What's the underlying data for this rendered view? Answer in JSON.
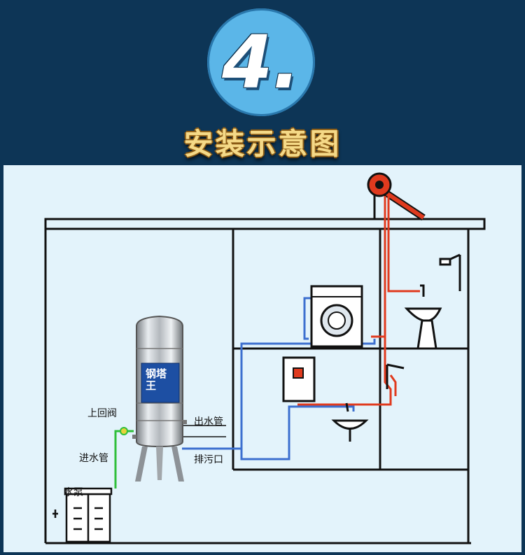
{
  "header": {
    "step_number": "4.",
    "title": "安装示意图"
  },
  "diagram": {
    "labels": {
      "upper_valve": "上回阀",
      "inlet_pipe": "进水管",
      "water_pump": "水泵",
      "outlet_pipe": "出水管",
      "drain_outlet": "排污口"
    },
    "tank_label": {
      "brand": "钢塔王"
    }
  },
  "colors": {
    "header_bg": "#0d3556",
    "badge": "#5bb6e8",
    "title_gold": "#f5d987",
    "panel_bg": "#e3f3fb",
    "hot_pipe": "#e03a1e",
    "cold_pipe": "#3c6fcf",
    "inlet_pipe": "#2fbf3a",
    "tank_label_blue": "#1d4fa3"
  }
}
